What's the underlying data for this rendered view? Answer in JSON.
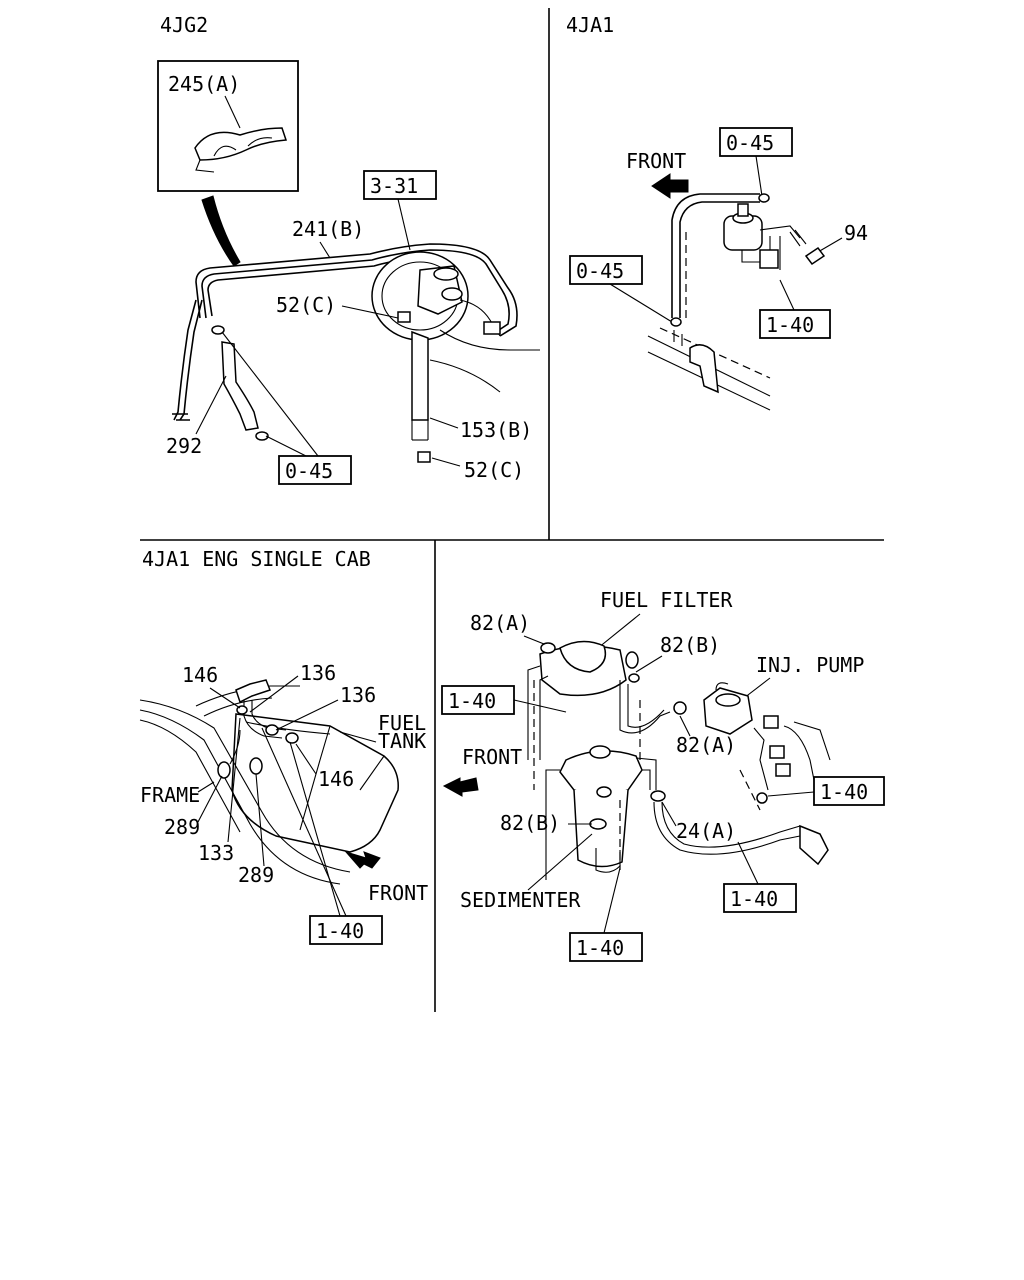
{
  "panels": {
    "top_left": {
      "title": "4JG2",
      "labels": {
        "clip": "245(A)",
        "pipe": "241(B)",
        "ref_3_31": "3-31",
        "bolt_upper": "52(C)",
        "hose": "153(B)",
        "bolt_lower": "52(C)",
        "hose_292": "292",
        "ref_0_45": "0-45"
      }
    },
    "top_right": {
      "title": "4JA1",
      "labels": {
        "front": "FRONT",
        "ref_0_45_upper": "0-45",
        "part_94": "94",
        "ref_0_45_lower": "0-45",
        "ref_1_40": "1-40"
      }
    },
    "bottom_left": {
      "title": "4JA1 ENG SINGLE CAB",
      "labels": {
        "p146_top": "146",
        "p136_top": "136",
        "p136_mid": "136",
        "fuel": "FUEL",
        "tank": "TANK",
        "p146_right": "146",
        "frame": "FRAME",
        "p289_left": "289",
        "p133": "133",
        "p289_bottom": "289",
        "front": "FRONT",
        "ref_1_40": "1-40"
      }
    },
    "bottom_right": {
      "labels": {
        "fuel_filter": "FUEL FILTER",
        "p82a_top": "82(A)",
        "p82b_top": "82(B)",
        "inj_pump": "INJ. PUMP",
        "ref_1_40_left": "1-40",
        "front": "FRONT",
        "p82a_mid": "82(A)",
        "ref_1_40_right": "1-40",
        "p82b_low": "82(B)",
        "p24a": "24(A)",
        "sedimenter": "SEDIMENTER",
        "ref_1_40_low_right": "1-40",
        "ref_1_40_bottom": "1-40"
      }
    }
  }
}
